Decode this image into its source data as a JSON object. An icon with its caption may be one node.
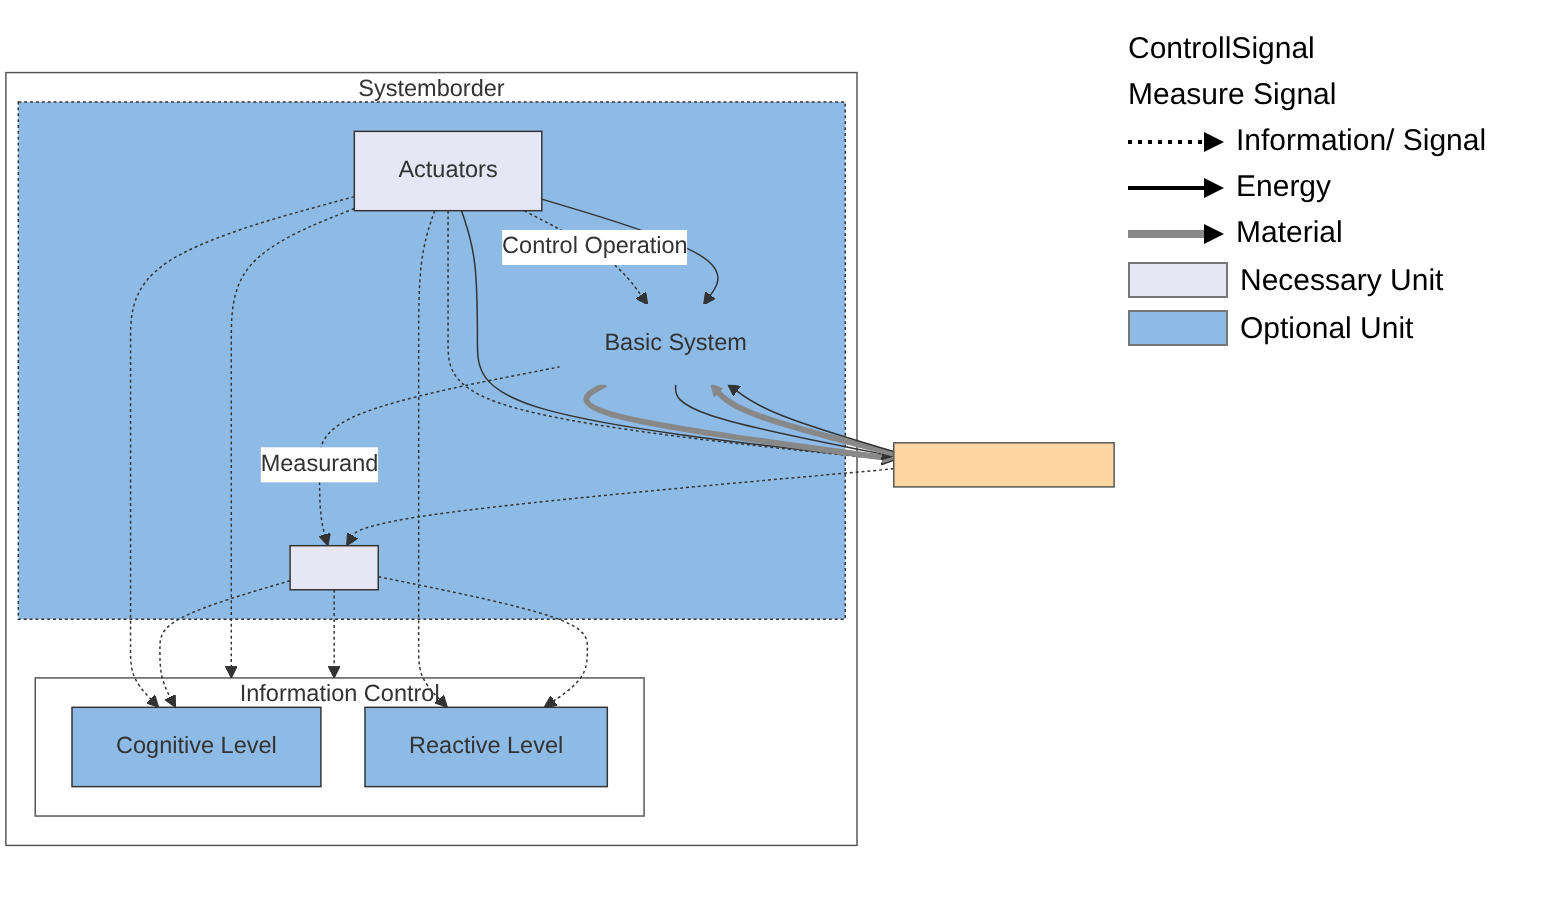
{
  "diagram": {
    "nodes": [
      {
        "text": [
          "Systemborder"
        ]
      },
      {
        "text": [
          "Information Control"
        ],
        "in": 0
      },
      {
        "text": [
          "Cognitive Level"
        ],
        "in": 1
      },
      {
        "text": [
          "Reactive Level"
        ],
        "in": 1
      },
      {
        "text": [],
        "shape": "bar",
        "in": 0
      },
      {
        "text": [
          "Actuators"
        ],
        "in": 4
      },
      {
        "text": [
          "Basic System"
        ],
        "in": 4
      },
      {
        "text": [],
        "shape": "box",
        "in": 4
      },
      {
        "text": [],
        "shape": "bar"
      }
    ],
    "edges": [
      {
        "from": 5,
        "to": 2,
        "arrow": "to",
        "style": "dashed"
      },
      {
        "from": 5,
        "to": 1,
        "arrow": "to",
        "style": "dashed"
      },
      {
        "from": 5,
        "to": 3,
        "arrow": "to",
        "style": "dashed"
      },
      {
        "from": 7,
        "to": 2,
        "arrow": "to",
        "style": "dashed"
      },
      {
        "from": 7,
        "to": 1,
        "arrow": "to",
        "style": "dashed"
      },
      {
        "from": 7,
        "to": 3,
        "arrow": "to",
        "style": "dashed"
      },
      {
        "from": 5,
        "to": 6,
        "label": "Control  Operation",
        "arrow": "to",
        "style": "dashed"
      },
      {
        "from": 5,
        "to": 6,
        "arrow": "to"
      },
      {
        "from": 6,
        "to": 7,
        "label": "Measurand",
        "arrow": "to",
        "style": "dashed"
      },
      {
        "from": 5,
        "to": 8,
        "arrow": "to",
        "style": "dashed"
      },
      {
        "from": 5,
        "to": 8,
        "arrow": "to"
      },
      {
        "from": 6,
        "to": 8,
        "arrow": "to",
        "style": "thick",
        "color": "#888888"
      },
      {
        "from": 6,
        "to": 8,
        "arrow": "to"
      },
      {
        "from": 8,
        "to": 6,
        "arrow": "to",
        "style": "thick",
        "color": "#888888"
      },
      {
        "from": 8,
        "to": 6,
        "arrow": "to"
      },
      {
        "from": 8,
        "to": 7,
        "arrow": "to",
        "style": "dashed"
      }
    ],
    "labels": [
      "ControllSignal",
      "Measure Signal"
    ],
    "legend": [
      {
        "text": "Information/ Signal"
      },
      {
        "text": "Energy"
      },
      {
        "text": "Material"
      },
      {
        "text": "Necessary Unit",
        "color": "#e6e6f4"
      },
      {
        "text": "Optional Unit",
        "color": "#8dbbe6"
      }
    ]
  }
}
